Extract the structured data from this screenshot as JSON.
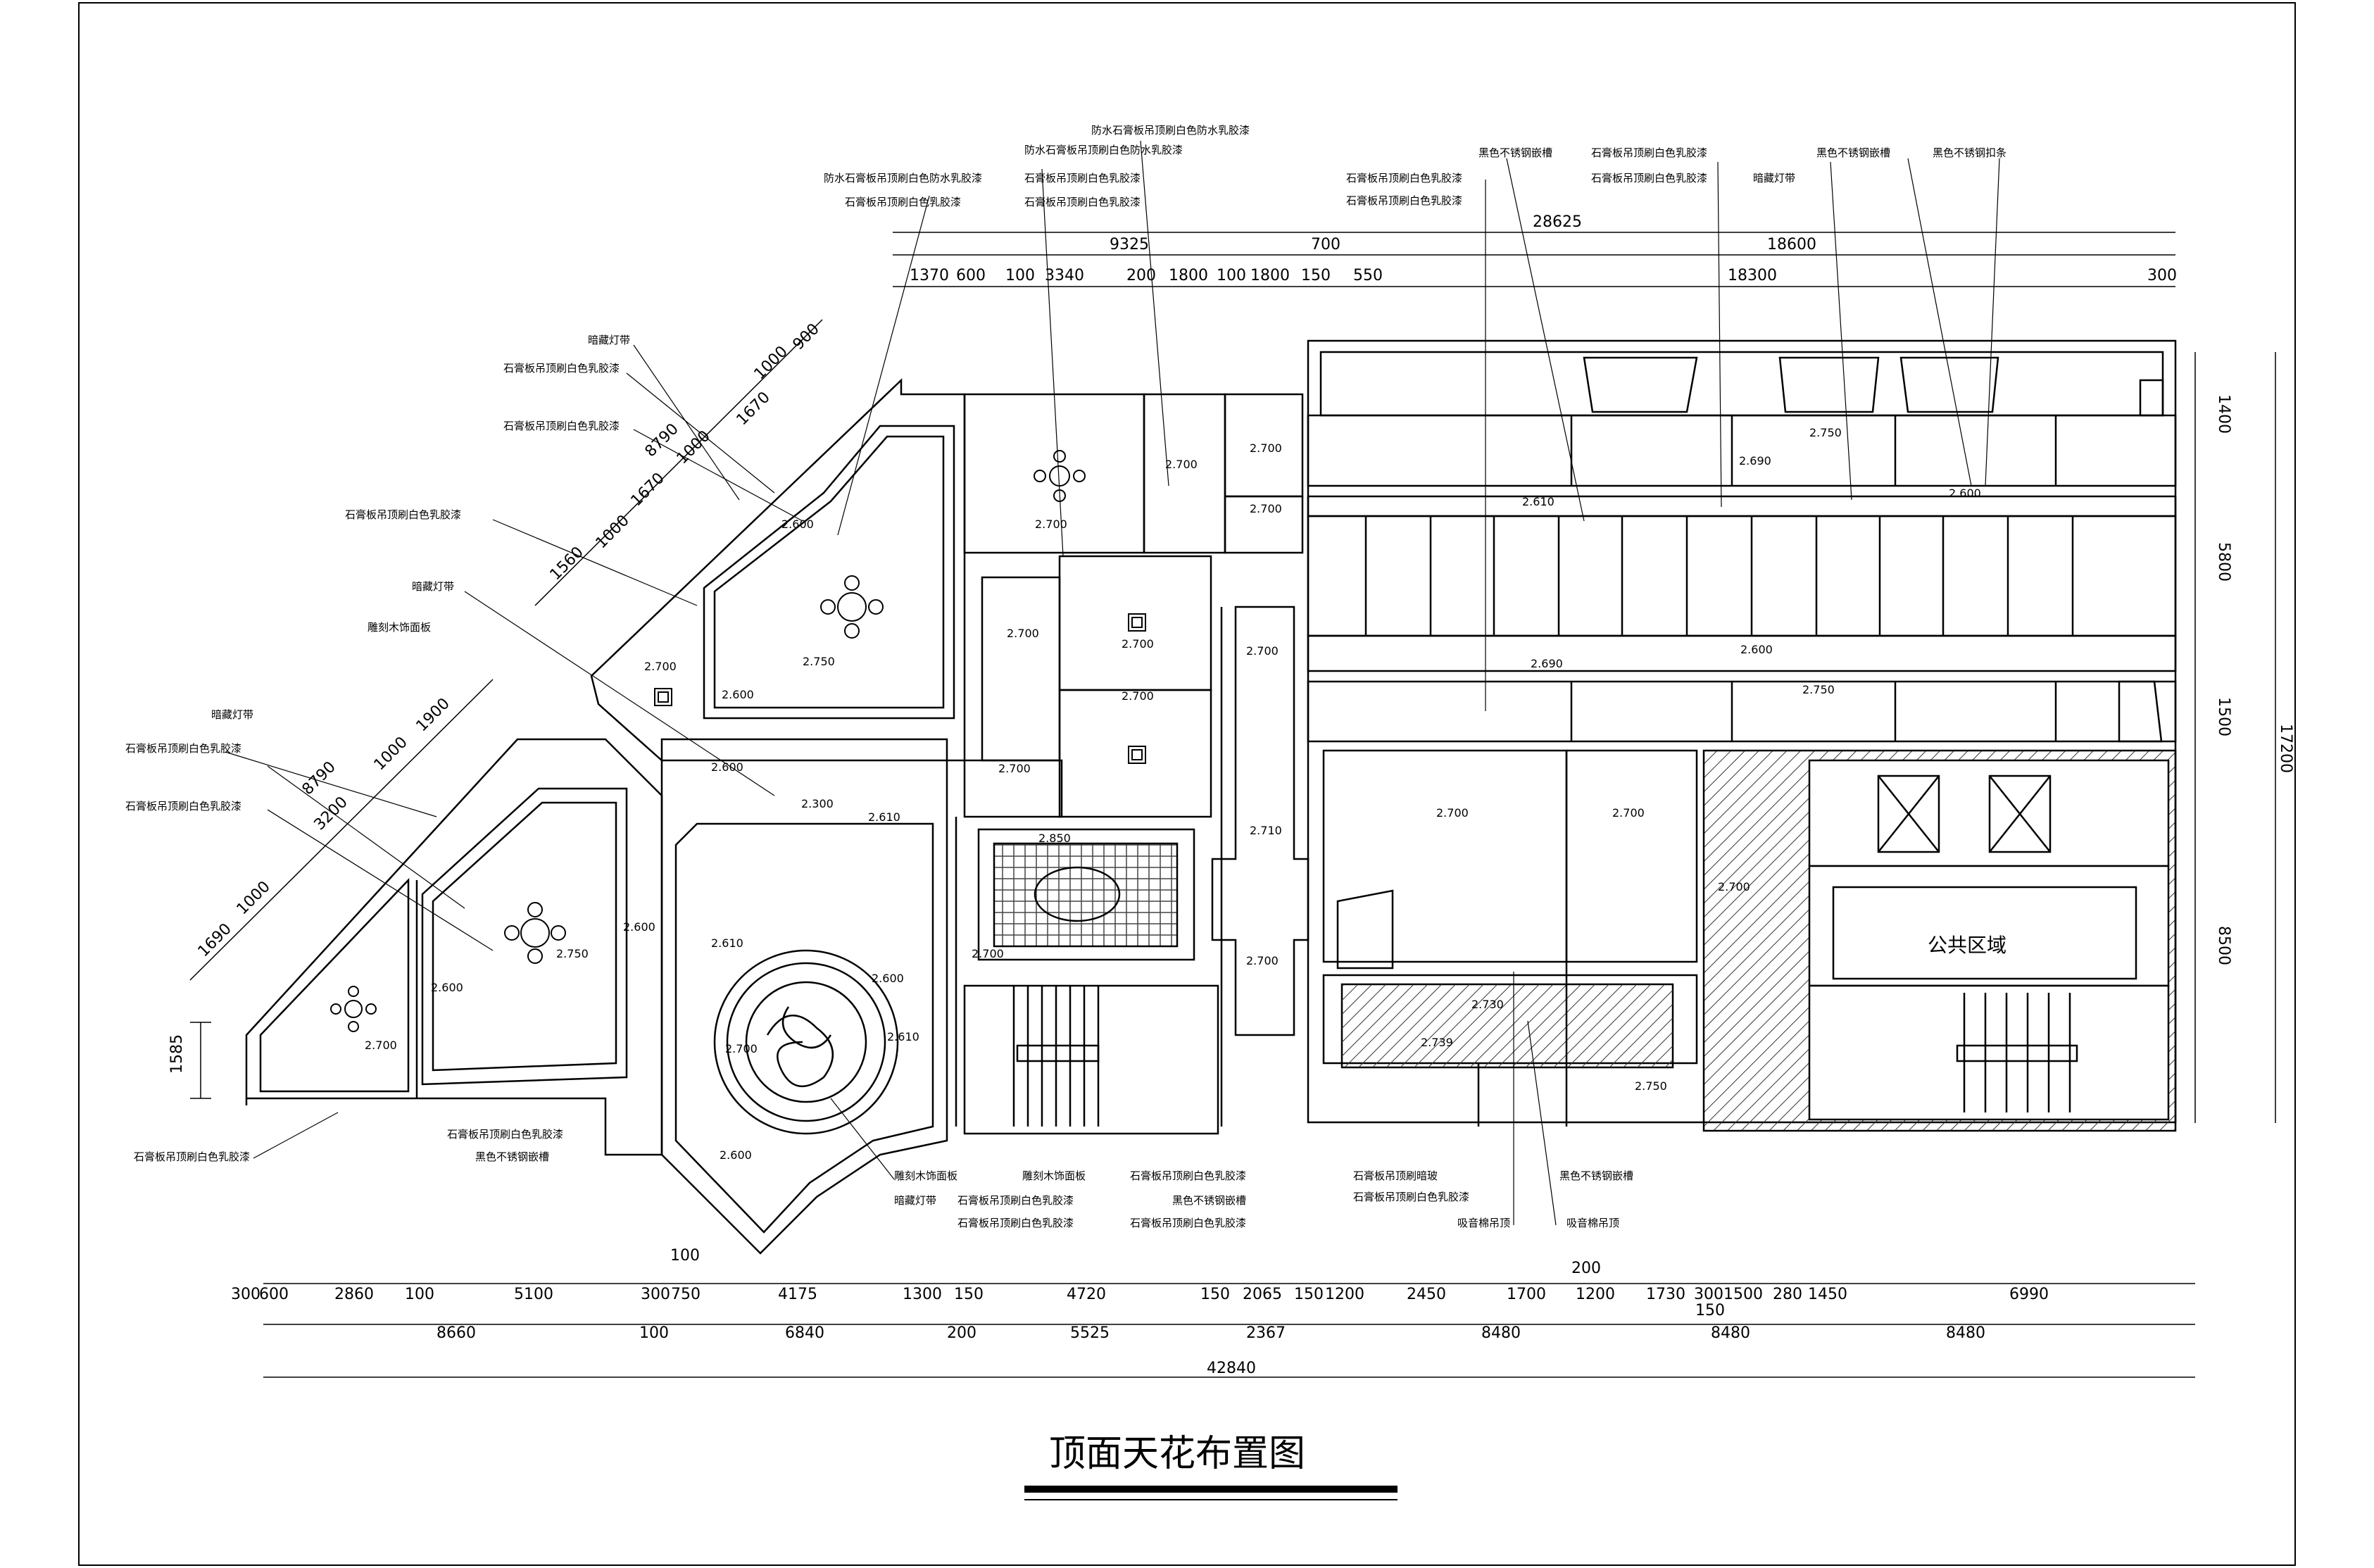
{
  "title": "顶面天花布置图",
  "top_dimensions": {
    "total": "28625",
    "row1": [
      "9325",
      "700",
      "18600"
    ],
    "row2": [
      "1370",
      "600",
      "100",
      "3340",
      "200",
      "1800",
      "100",
      "1800",
      "150",
      "550",
      "18300",
      "300"
    ]
  },
  "right_dimensions": [
    "1400",
    "5800",
    "1500",
    "8500"
  ],
  "right_total": "17200",
  "left_wing_upper_dims": [
    "8790",
    "1560",
    "1000",
    "1670",
    "1000",
    "1670",
    "1000",
    "900"
  ],
  "left_wing_lower_dims": [
    "8790",
    "3200",
    "1690",
    "1000",
    "1000",
    "1900"
  ],
  "left_side_dim": "1585",
  "bottom_dimensions": {
    "row1": [
      "300",
      "600",
      "2860",
      "100",
      "5100",
      "300",
      "750",
      "4175",
      "1300",
      "150",
      "4720",
      "150",
      "2065",
      "150",
      "1200",
      "2450",
      "1700",
      "200",
      "1200",
      "1730",
      "300",
      "1500",
      "280",
      "1450",
      "6990",
      "100"
    ],
    "row2": [
      "8660",
      "100",
      "6840",
      "200",
      "5525",
      "2367",
      "8480",
      "150",
      "8480",
      "8480"
    ],
    "total": "42840"
  },
  "levels": [
    "2.600",
    "2.700",
    "2.750",
    "2.610",
    "2.690",
    "2.850",
    "2.710",
    "2.300",
    "2.730",
    "2.739"
  ],
  "labels_top": [
    "防水石膏板吊顶刷白色防水乳胶漆",
    "防水石膏板吊顶刷白色防水乳胶漆",
    "防水石膏板吊顶刷白色防水乳胶漆",
    "石膏板吊顶刷白色乳胶漆",
    "石膏板吊顶刷白色乳胶漆",
    "石膏板吊顶刷白色乳胶漆",
    "黑色不锈钢嵌槽",
    "石膏板吊顶刷白色乳胶漆",
    "石膏板吊顶刷白色乳胶漆",
    "暗藏灯带",
    "黑色不锈钢嵌槽",
    "黑色不锈钢扣条"
  ],
  "labels_left": [
    "暗藏灯带",
    "石膏板吊顶刷白色乳胶漆",
    "石膏板吊顶刷白色乳胶漆",
    "石膏板吊顶刷白色乳胶漆",
    "暗藏灯带",
    "雕刻木饰面板",
    "暗藏灯带",
    "石膏板吊顶刷白色乳胶漆",
    "石膏板吊顶刷白色乳胶漆",
    "石膏板吊顶刷白色乳胶漆"
  ],
  "labels_bottom": [
    "石膏板吊顶刷白色乳胶漆",
    "黑色不锈钢嵌槽",
    "雕刻木饰面板",
    "暗藏灯带",
    "雕刻木饰面板",
    "石膏板吊顶刷白色乳胶漆",
    "石膏板吊顶刷白色乳胶漆",
    "石膏板吊顶刷白色乳胶漆",
    "黑色不锈钢嵌槽",
    "石膏板吊顶刷白色乳胶漆",
    "石膏板吊顶刷暗玻",
    "石膏板吊顶刷白色乳胶漆",
    "黑色不锈钢嵌槽",
    "吸音棉吊顶",
    "吸音棉吊顶"
  ],
  "area_label": "公共区域"
}
